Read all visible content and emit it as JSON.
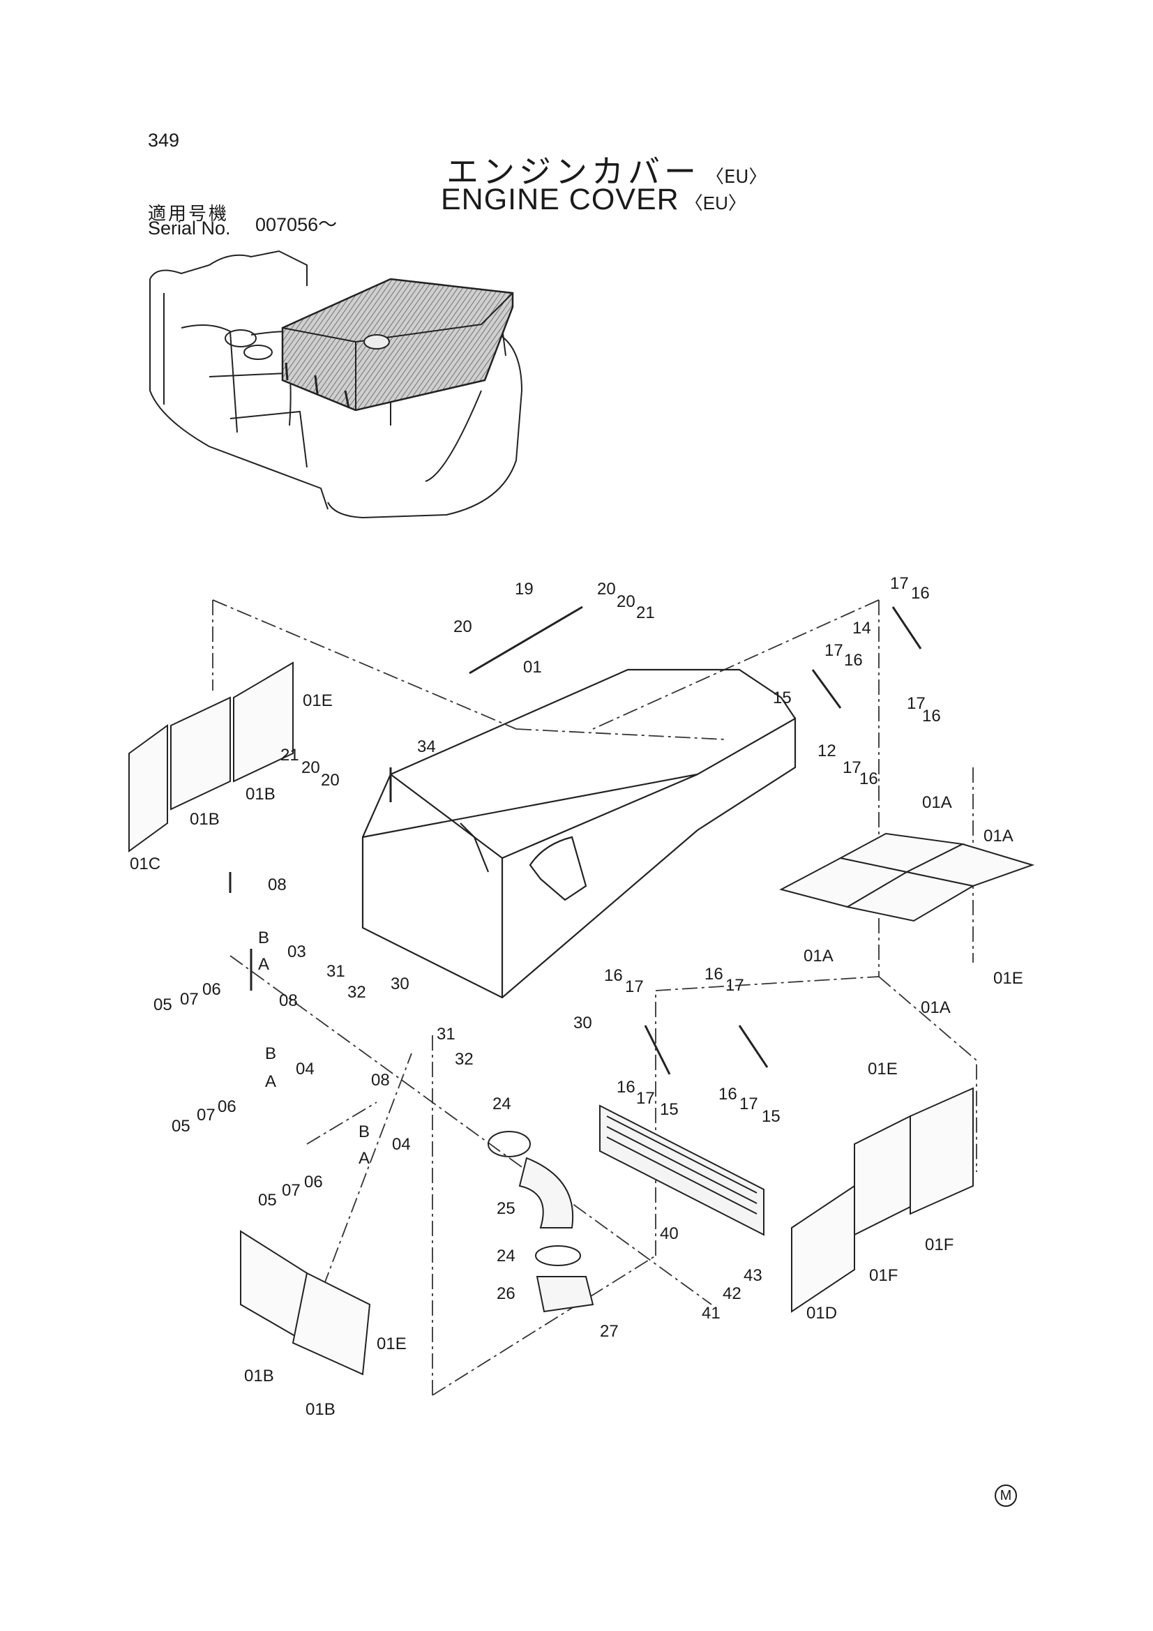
{
  "page_number": "349",
  "title_jp": "エンジンカバー",
  "title_en": "ENGINE COVER",
  "region_tag": "〈EU〉",
  "serial_label_jp": "適用号機",
  "serial_label_en": "Serial No.",
  "serial_value": "007056～",
  "footer_mark": "M",
  "part_labels": [
    "01",
    "01A",
    "01B",
    "01C",
    "01D",
    "01E",
    "01F",
    "03",
    "04",
    "05",
    "06",
    "07",
    "08",
    "12",
    "14",
    "15",
    "16",
    "17",
    "19",
    "20",
    "21",
    "24",
    "25",
    "26",
    "27",
    "30",
    "31",
    "32",
    "34",
    "40",
    "41",
    "42",
    "43",
    "A",
    "B"
  ]
}
